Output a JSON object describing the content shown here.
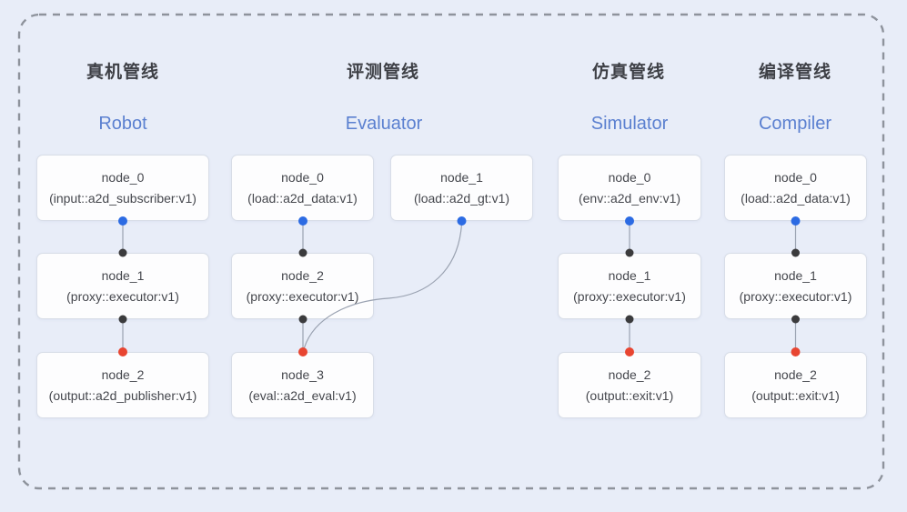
{
  "diagram": {
    "pipelines": [
      {
        "title_zh": "真机管线",
        "title_en": "Robot",
        "nodes": [
          {
            "name": "node_0",
            "type": "(input::a2d_subscriber:v1)"
          },
          {
            "name": "node_1",
            "type": "(proxy::executor:v1)"
          },
          {
            "name": "node_2",
            "type": "(output::a2d_publisher:v1)"
          }
        ]
      },
      {
        "title_zh": "评测管线",
        "title_en": "Evaluator",
        "nodes": [
          {
            "name": "node_0",
            "type": "(load::a2d_data:v1)"
          },
          {
            "name": "node_1",
            "type": "(load::a2d_gt:v1)"
          },
          {
            "name": "node_2",
            "type": "(proxy::executor:v1)"
          },
          {
            "name": "node_3",
            "type": "(eval::a2d_eval:v1)"
          }
        ]
      },
      {
        "title_zh": "仿真管线",
        "title_en": "Simulator",
        "nodes": [
          {
            "name": "node_0",
            "type": "(env::a2d_env:v1)"
          },
          {
            "name": "node_1",
            "type": "(proxy::executor:v1)"
          },
          {
            "name": "node_2",
            "type": "(output::exit:v1)"
          }
        ]
      },
      {
        "title_zh": "编译管线",
        "title_en": "Compiler",
        "nodes": [
          {
            "name": "node_0",
            "type": "(load::a2d_data:v1)"
          },
          {
            "name": "node_1",
            "type": "(proxy::executor:v1)"
          },
          {
            "name": "node_2",
            "type": "(output::exit:v1)"
          }
        ]
      }
    ],
    "colors": {
      "background": "#e8edf8",
      "node_fill": "#fdfdfe",
      "node_border": "#d8dde7",
      "title_zh": "#3e4046",
      "title_en": "#5b80d0",
      "port_output": "#2c6be3",
      "port_intermediate": "#3b3b3d",
      "port_final": "#e84531",
      "edge": "#9aa2b1",
      "dashed_border": "#8e939c"
    }
  }
}
